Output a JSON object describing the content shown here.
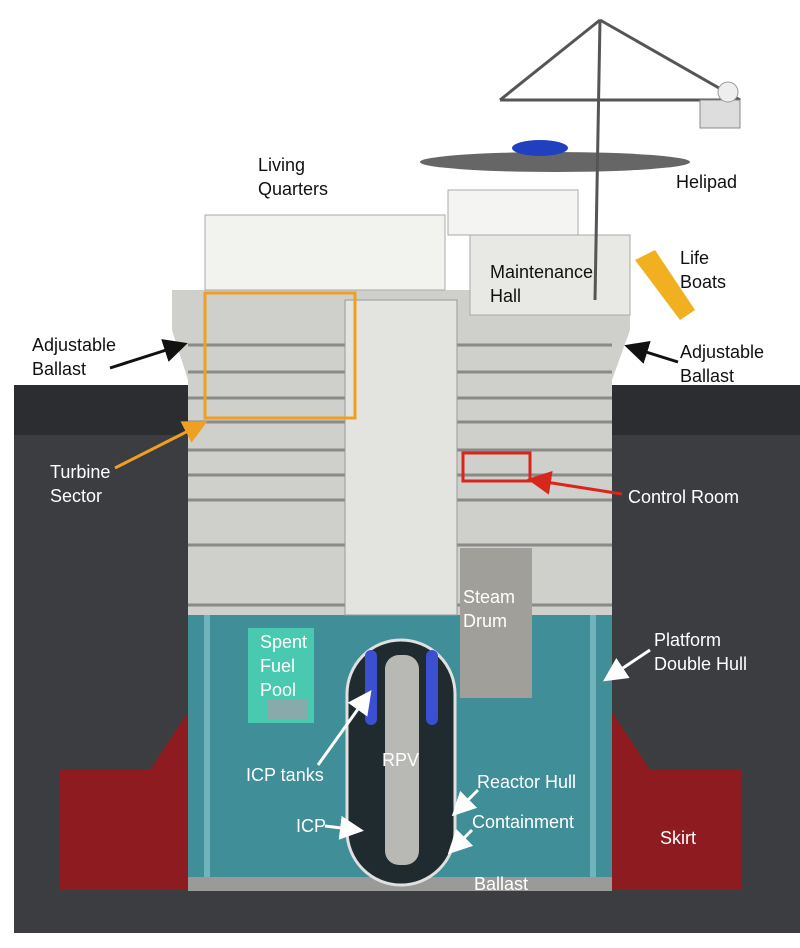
{
  "labels": {
    "living_quarters": [
      "Living",
      "Quarters"
    ],
    "helipad": "Helipad",
    "life_boats": [
      "Life",
      "Boats"
    ],
    "maintenance_hall": [
      "Maintenance",
      "Hall"
    ],
    "adjustable_ballast_left": [
      "Adjustable",
      "Ballast"
    ],
    "adjustable_ballast_right": [
      "Adjustable",
      "Ballast"
    ],
    "turbine_sector": [
      "Turbine",
      "Sector"
    ],
    "control_room": "Control Room",
    "steam_drum": [
      "Steam",
      "Drum"
    ],
    "spent_fuel_pool": [
      "Spent",
      "Fuel",
      "Pool"
    ],
    "platform_double_hull": [
      "Platform",
      "Double Hull"
    ],
    "icp_tanks": "ICP tanks",
    "rpv": "RPV",
    "reactor_hull": "Reactor Hull",
    "icp": "ICP",
    "containment": "Containment",
    "skirt": "Skirt",
    "ballast": "Ballast"
  },
  "colors": {
    "sea": "#3b3d40",
    "water": "#3f8e98",
    "skirt": "#8e1b1f",
    "turbine_highlight": "#f0a020",
    "control_highlight": "#d8261c",
    "structure": "#d9d9d6"
  }
}
